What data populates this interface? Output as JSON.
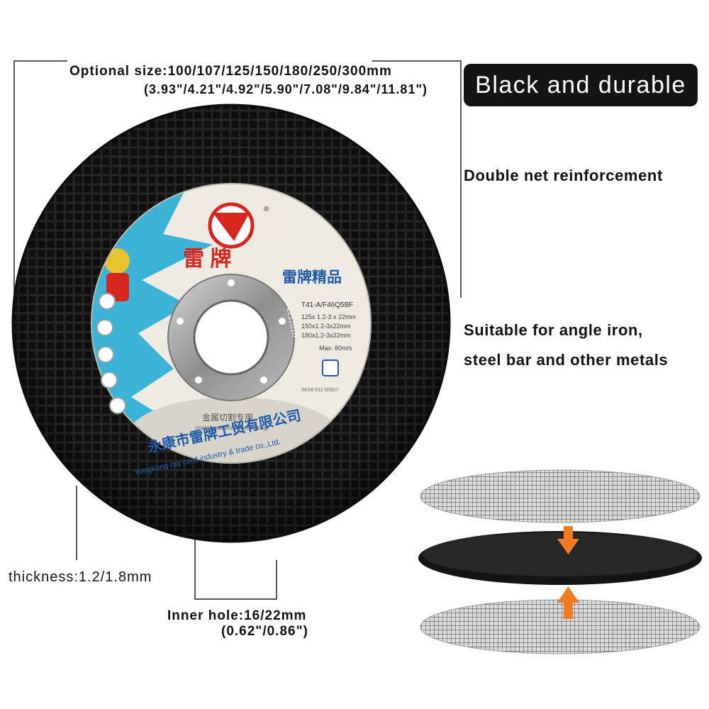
{
  "specs": {
    "size_line1": "Optional size:100/107/125/150/180/250/300mm",
    "size_line2": "(3.93\"/4.21\"/4.92\"/5.90\"/7.08\"/9.84\"/11.81\")",
    "thickness": "thickness:1.2/1.8mm",
    "inner_hole_line1": "Inner hole:16/22mm",
    "inner_hole_line2": "(0.62\"/0.86\")"
  },
  "features": {
    "badge": "Black and durable",
    "reinforcement": "Double net reinforcement",
    "suitable_line1": "Suitable for angle iron,",
    "suitable_line2": "steel bar and other metals"
  },
  "label": {
    "brand": "雷 牌",
    "brand_small": "雷牌精品",
    "registered": "®",
    "model": "T41-A/F46Q5BF",
    "size_a": "125x 1.2-3 x 22mm",
    "size_b": "150x1.2-3x22mm",
    "size_c": "180x1.2-3x22mm",
    "max_speed": "Max: 80m/s",
    "hub_code": "Y1212018",
    "cert": "XK06-011-00927",
    "usage_cn": "金属切割专用",
    "usage_en": "(metal·stainless steel cutting)",
    "company_cn": "永康市雷牌工贸有限公司",
    "company_en": "Yongkang ray card industry & trade co.,Ltd."
  },
  "colors": {
    "disc": "#1c1c1c",
    "label_blue": "#3bb4d8",
    "label_cream": "#efeae2",
    "brand_red": "#d7261e",
    "arrow_orange": "#f47a20",
    "badge_bg": "#141414"
  }
}
